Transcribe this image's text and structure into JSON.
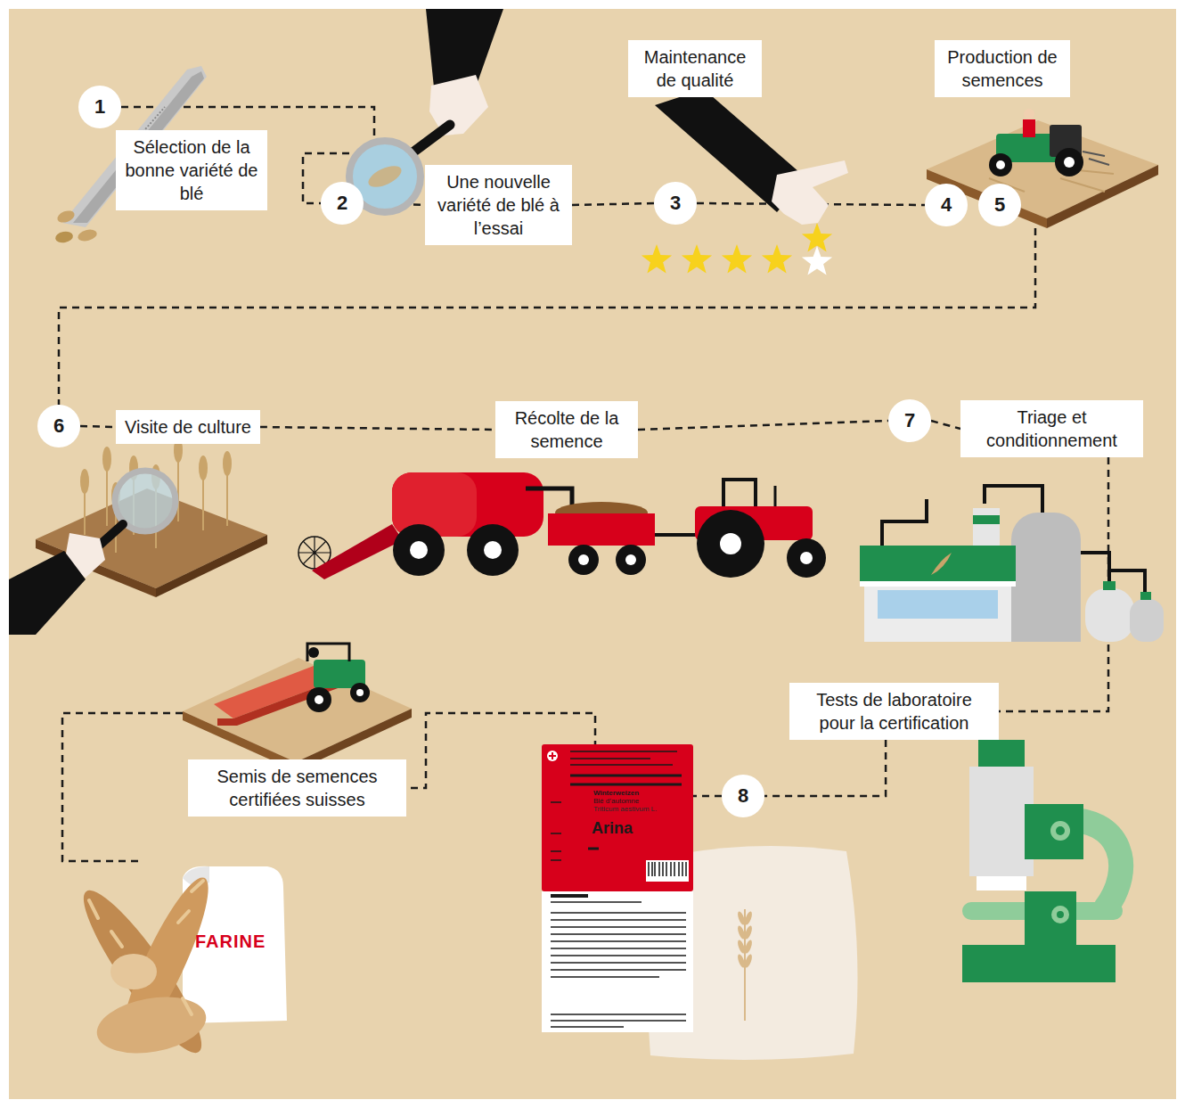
{
  "diagram": {
    "nodes": [
      {
        "text": [
          "1"
        ]
      },
      {
        "text": [
          "Sélection de la bonne variété de blé"
        ]
      },
      {
        "text": [
          "2"
        ]
      },
      {
        "text": [
          "Une nouvelle variété de blé à l’essai"
        ]
      },
      {
        "text": [
          "Maintenance de qualité"
        ]
      },
      {
        "text": [
          "Production de semences"
        ]
      },
      {
        "text": [
          "3"
        ]
      },
      {
        "text": [
          "4"
        ]
      },
      {
        "text": [
          "5"
        ]
      },
      {
        "text": [
          "6"
        ]
      },
      {
        "text": [
          "Visite de culture"
        ]
      },
      {
        "text": [
          "Récolte de la semence"
        ]
      },
      {
        "text": [
          "7"
        ]
      },
      {
        "text": [
          "Triage et conditionnement"
        ]
      },
      {
        "text": [
          "Tests de laboratoire pour la certification"
        ]
      },
      {
        "text": [
          "8"
        ]
      },
      {
        "text": [
          "Semis de semences certifiées suisses"
        ]
      }
    ],
    "edges": [
      {
        "from": 0,
        "to": 2,
        "arrow": "none"
      },
      {
        "from": 2,
        "to": 3,
        "arrow": "none"
      },
      {
        "from": 3,
        "to": 6,
        "arrow": "none"
      },
      {
        "from": 6,
        "to": 7,
        "arrow": "none"
      },
      {
        "from": 8,
        "to": 9,
        "arrow": "none"
      },
      {
        "from": 9,
        "to": 10,
        "arrow": "none"
      },
      {
        "from": 10,
        "to": 11,
        "arrow": "none"
      },
      {
        "from": 11,
        "to": 12,
        "arrow": "none"
      },
      {
        "from": 12,
        "to": 13,
        "arrow": "none"
      },
      {
        "from": 13,
        "to": 14,
        "arrow": "none"
      },
      {
        "from": 14,
        "to": 15,
        "arrow": "none"
      },
      {
        "from": 15,
        "to": 16,
        "arrow": "none"
      }
    ],
    "labels": [
      "FARINE",
      "Winterweizen",
      "Blé d’automne",
      "Triticum aestivum L.",
      "Arina"
    ]
  }
}
